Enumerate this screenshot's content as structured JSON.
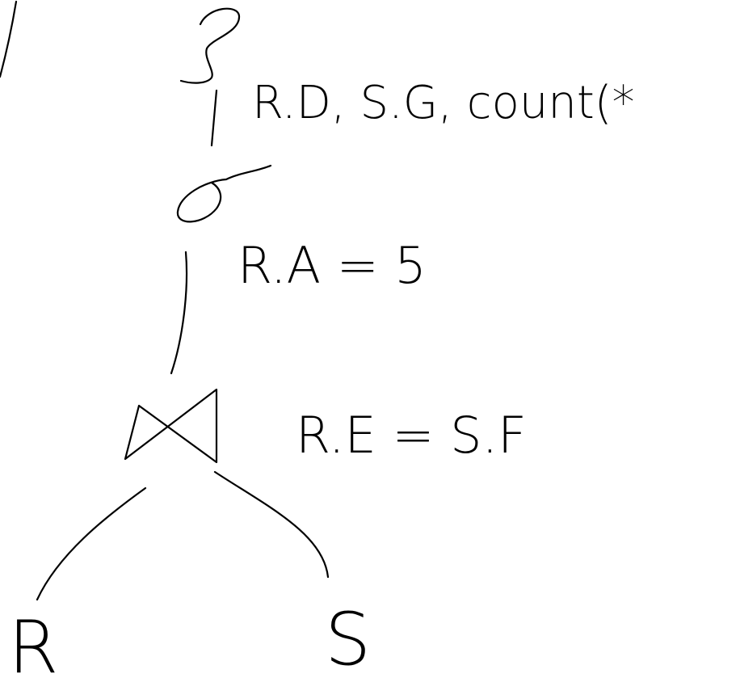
{
  "diagram": {
    "type": "relational-algebra-query-tree",
    "colors": {
      "ink": "#000000",
      "background": "#ffffff"
    },
    "nodes": {
      "group_by": {
        "symbol": "γ",
        "symbol_icon": "gamma-operator-icon",
        "condition": "R.D, S.G, count(*"
      },
      "selection": {
        "symbol": "σ",
        "symbol_icon": "sigma-operator-icon",
        "condition": "R.A = 5"
      },
      "join": {
        "symbol": "⋈",
        "symbol_icon": "bowtie-join-icon",
        "condition": "R.E = S.F"
      },
      "left_relation": {
        "label": "R"
      },
      "right_relation": {
        "label": "S"
      }
    }
  }
}
